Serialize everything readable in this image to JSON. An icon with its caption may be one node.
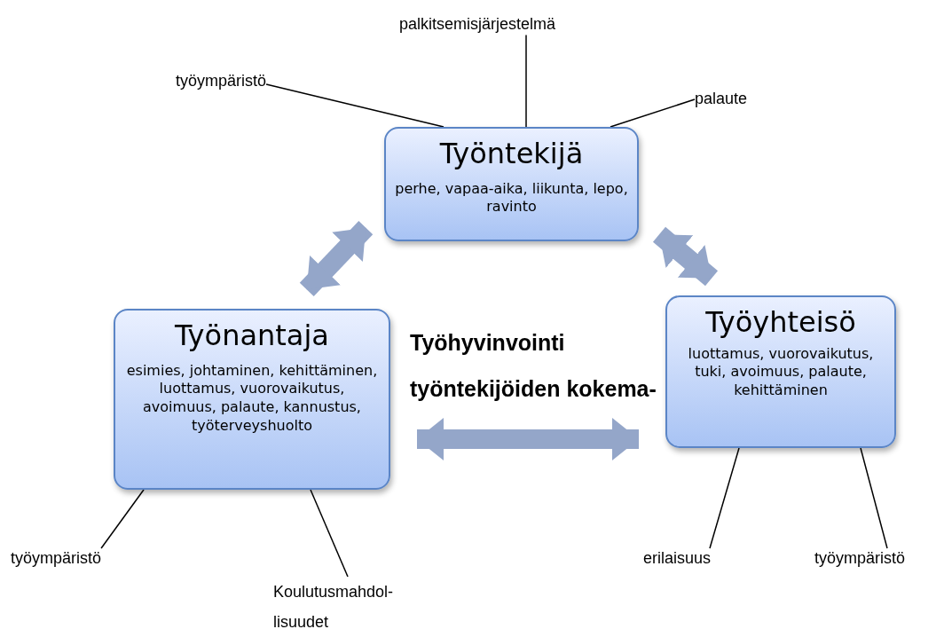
{
  "diagram": {
    "title": "Työhyvinvointi työntekijöiden kokema-",
    "nodes": [
      {
        "text": [
          "Työntekijä",
          "perhe, vapaa-aika, liikunta, lepo, ravinto"
        ]
      },
      {
        "text": [
          "Työnantaja",
          "esimies, johtaminen, kehittäminen, luottamus, vuorovaikutus, avoimuus, palaute, kannustus, työterveyshuolto"
        ]
      },
      {
        "text": [
          "Työyhteisö",
          "luottamus, vuorovaikutus, tuki, avoimuus, palaute, kehittäminen"
        ]
      },
      {
        "text": [
          "palkitsemisjärjestelmä"
        ]
      },
      {
        "text": [
          "työympäristö"
        ]
      },
      {
        "text": [
          "palaute"
        ]
      },
      {
        "text": [
          "työympäristö"
        ]
      },
      {
        "text": [
          "Koulutusmahdol- lisuudet"
        ]
      },
      {
        "text": [
          "erilaisuus"
        ]
      },
      {
        "text": [
          "työympäristö"
        ]
      }
    ],
    "edges": [
      {
        "from": 0,
        "to": 1,
        "arrow": "both",
        "style": "thick",
        "color": "#94a6c9"
      },
      {
        "from": 0,
        "to": 2,
        "arrow": "both",
        "style": "thick",
        "color": "#94a6c9"
      },
      {
        "from": 1,
        "to": 2,
        "arrow": "both",
        "style": "thick",
        "color": "#94a6c9"
      },
      {
        "from": 3,
        "to": 0,
        "arrow": "none"
      },
      {
        "from": 4,
        "to": 0,
        "arrow": "none"
      },
      {
        "from": 5,
        "to": 0,
        "arrow": "none"
      },
      {
        "from": 6,
        "to": 1,
        "arrow": "none"
      },
      {
        "from": 7,
        "to": 1,
        "arrow": "none"
      },
      {
        "from": 8,
        "to": 2,
        "arrow": "none"
      },
      {
        "from": 9,
        "to": 2,
        "arrow": "none"
      }
    ]
  }
}
